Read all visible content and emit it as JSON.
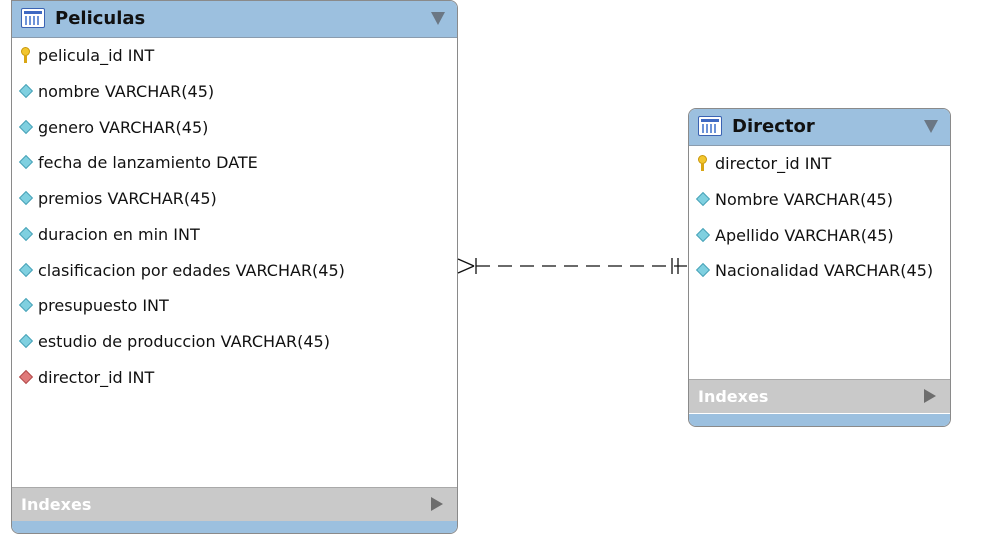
{
  "tables": {
    "peliculas": {
      "title": "Peliculas",
      "columns": [
        {
          "icon": "key-icon",
          "label": "pelicula_id INT"
        },
        {
          "icon": "attribute-icon",
          "label": "nombre VARCHAR(45)"
        },
        {
          "icon": "attribute-icon",
          "label": "genero VARCHAR(45)"
        },
        {
          "icon": "attribute-icon",
          "label": "fecha de lanzamiento DATE"
        },
        {
          "icon": "attribute-icon",
          "label": "premios VARCHAR(45)"
        },
        {
          "icon": "attribute-icon",
          "label": "duracion en min INT"
        },
        {
          "icon": "attribute-icon",
          "label": "clasificacion por edades VARCHAR(45)"
        },
        {
          "icon": "attribute-icon",
          "label": "presupuesto INT"
        },
        {
          "icon": "attribute-icon",
          "label": "estudio de produccion VARCHAR(45)"
        },
        {
          "icon": "foreign-key-icon",
          "label": "director_id INT"
        }
      ],
      "indexes_label": "Indexes"
    },
    "director": {
      "title": "Director",
      "columns": [
        {
          "icon": "key-icon",
          "label": "director_id INT"
        },
        {
          "icon": "attribute-icon",
          "label": "Nombre VARCHAR(45)"
        },
        {
          "icon": "attribute-icon",
          "label": "Apellido VARCHAR(45)"
        },
        {
          "icon": "attribute-icon",
          "label": "Nacionalidad VARCHAR(45)"
        }
      ],
      "indexes_label": "Indexes"
    }
  },
  "relationship": {
    "from": "Peliculas",
    "to": "Director",
    "from_cardinality": "one-or-many",
    "to_cardinality": "exactly-one",
    "line_style": "dashed"
  },
  "colors": {
    "header": "#9cc0df",
    "indexes_bar": "#c9c9c9",
    "border": "#8a8a8a",
    "key": "#f2c62f",
    "attribute": "#7fd0e0",
    "foreign_key": "#e07a7a"
  }
}
